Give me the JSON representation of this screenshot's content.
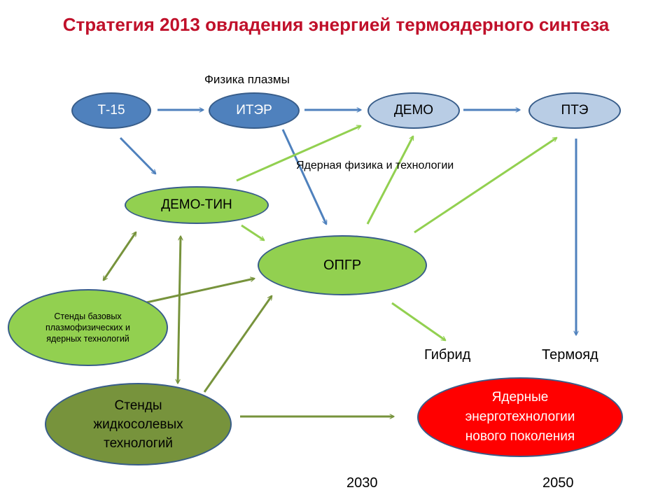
{
  "title": "Стратегия 2013 овладения энергией термоядерного синтеза",
  "labels": {
    "physics_plasma": "Физика плазмы",
    "nuclear_physics": "Ядерная физика и технологии",
    "hybrid": "Гибрид",
    "thermonuclear": "Термояд",
    "year_2030": "2030",
    "year_2050": "2050"
  },
  "nodes": {
    "t15": "Т-15",
    "iter": "ИТЭР",
    "demo": "ДЕМО",
    "pte": "ПТЭ",
    "demo_tin": "ДЕМО-ТИН",
    "opgr": "ОПГР",
    "stands_basic": "Стенды базовых плазмофизических и ядерных технологий",
    "stands_salt": "Стенды жидкосолевых технологий",
    "nuclear_tech": "Ядерные энерготехнологии нового поколения"
  },
  "colors": {
    "title": "#c0102a",
    "blue_arrow": "#4f81bd",
    "green_arrow": "#92d050",
    "olive_arrow": "#77933c",
    "node_dark_blue": "#4f81bd",
    "node_light_blue": "#b9cde5",
    "node_green": "#92d050",
    "node_olive": "#77933c",
    "node_red": "#ff0000",
    "node_border": "#385d8a"
  }
}
